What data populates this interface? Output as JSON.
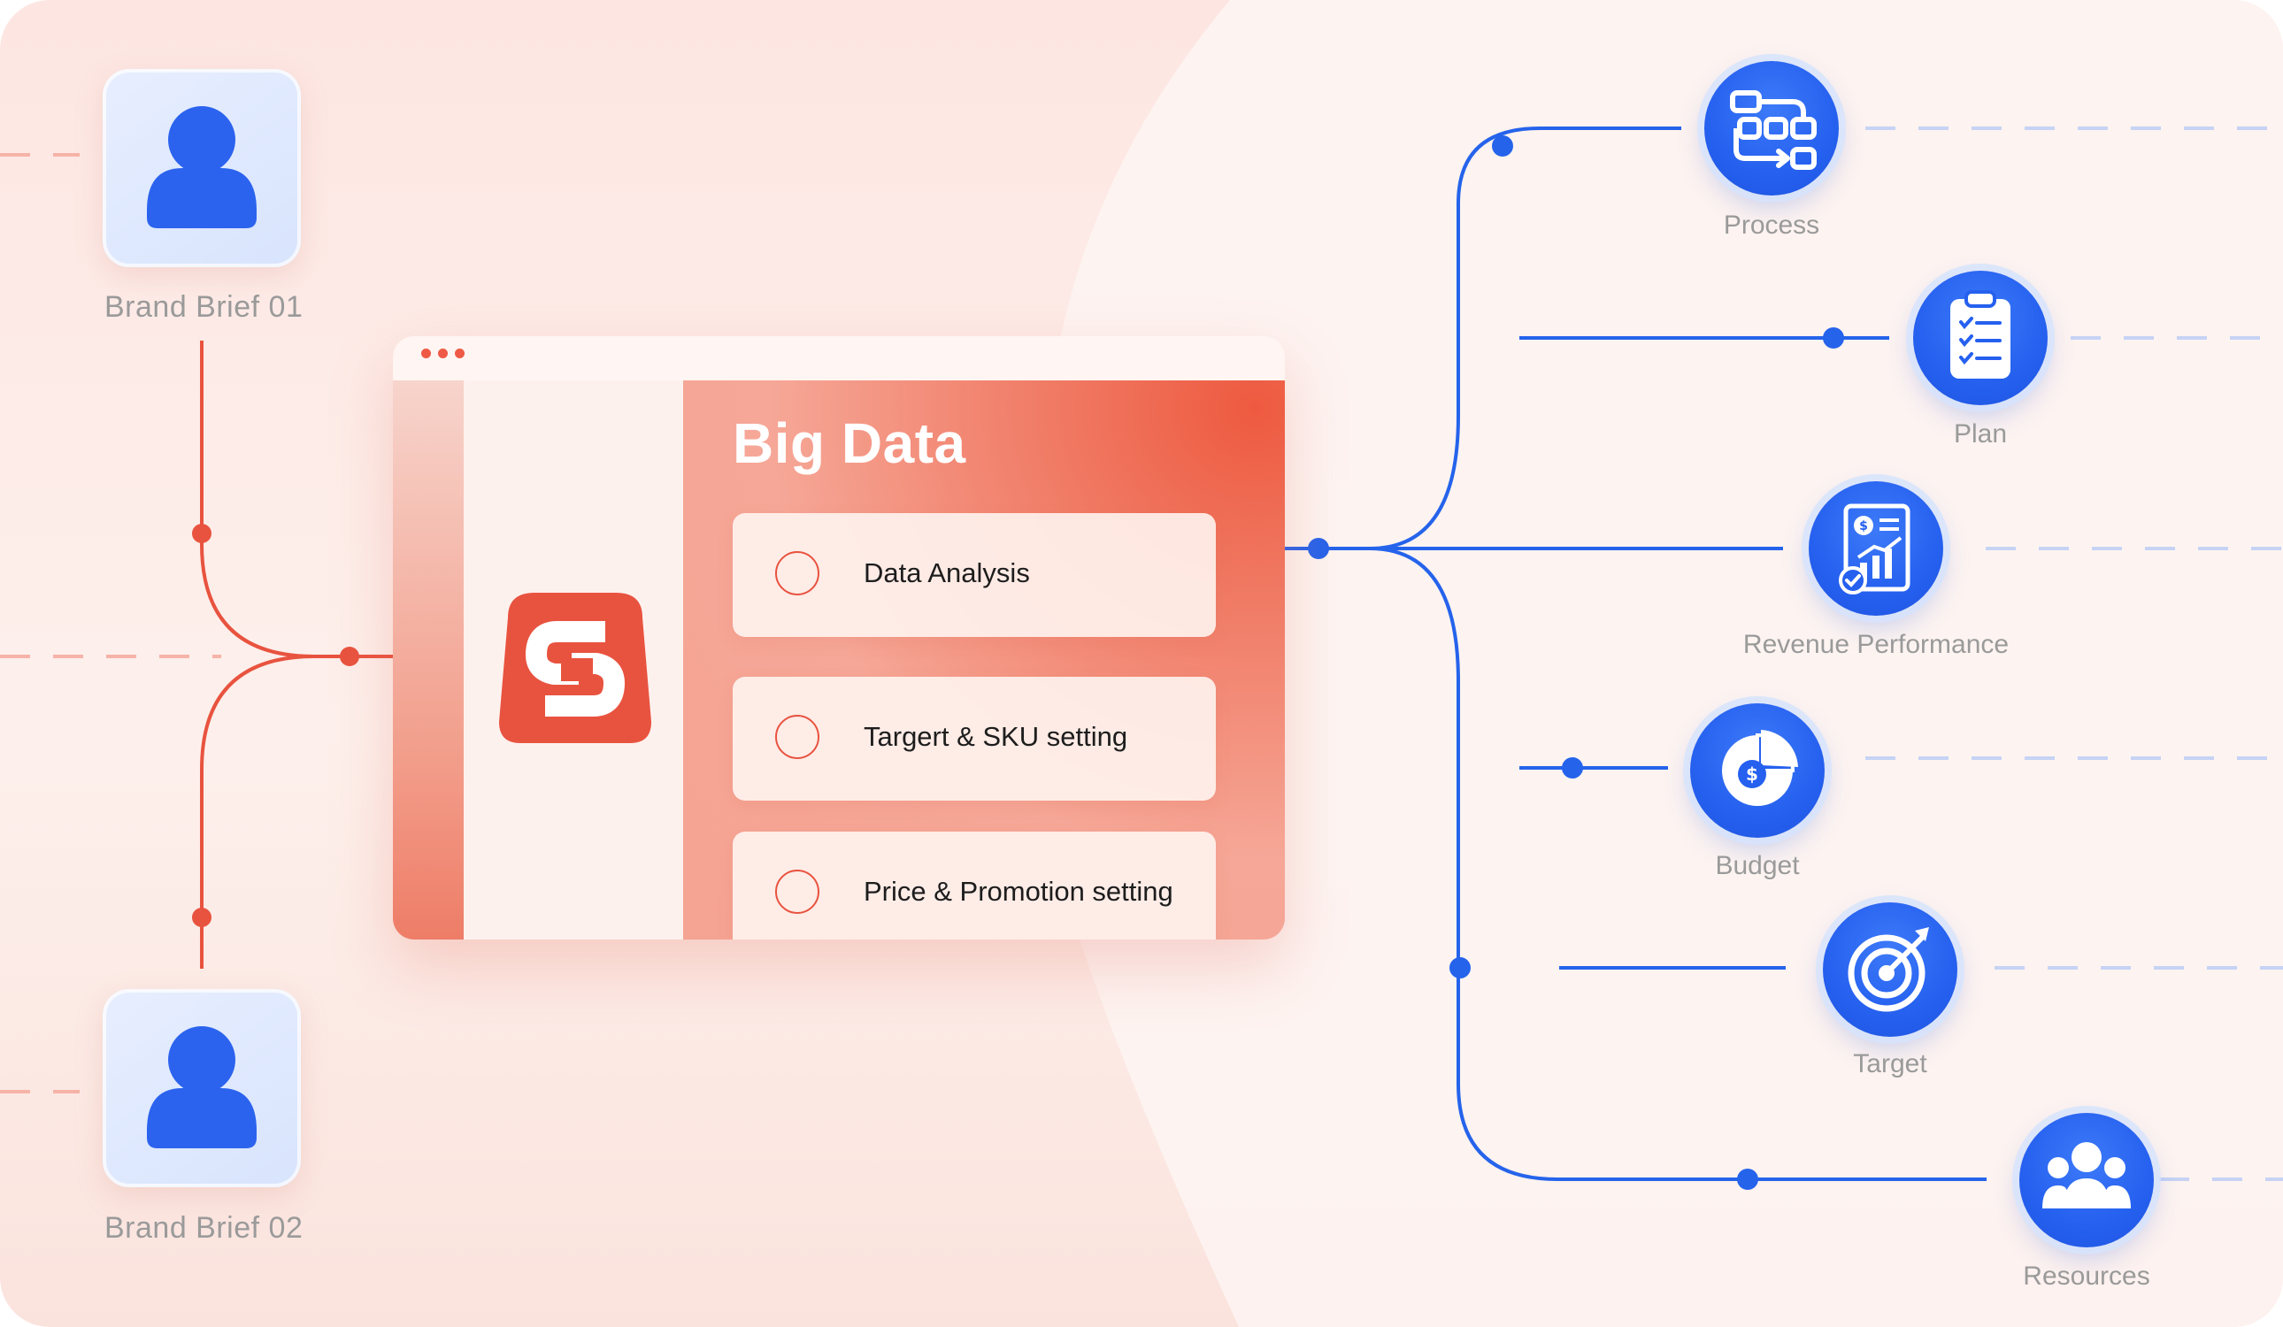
{
  "briefs": [
    {
      "label": "Brand Brief 01",
      "icon": "person-icon"
    },
    {
      "label": "Brand Brief 02",
      "icon": "person-icon"
    }
  ],
  "window": {
    "title": "Big Data",
    "items": [
      {
        "label": "Data Analysis"
      },
      {
        "label": "Targert & SKU setting"
      },
      {
        "label": "Price & Promotion setting"
      }
    ]
  },
  "outputs": [
    {
      "label": "Process",
      "icon": "process-flow-icon"
    },
    {
      "label": "Plan",
      "icon": "clipboard-checklist-icon"
    },
    {
      "label": "Revenue Performance",
      "icon": "revenue-report-icon"
    },
    {
      "label": "Budget",
      "icon": "budget-pie-icon"
    },
    {
      "label": "Target",
      "icon": "target-icon"
    },
    {
      "label": "Resources",
      "icon": "people-group-icon"
    }
  ],
  "colors": {
    "accent_red": "#e8533f",
    "accent_blue": "#2563eb",
    "label_gray": "#9a9a9a"
  }
}
